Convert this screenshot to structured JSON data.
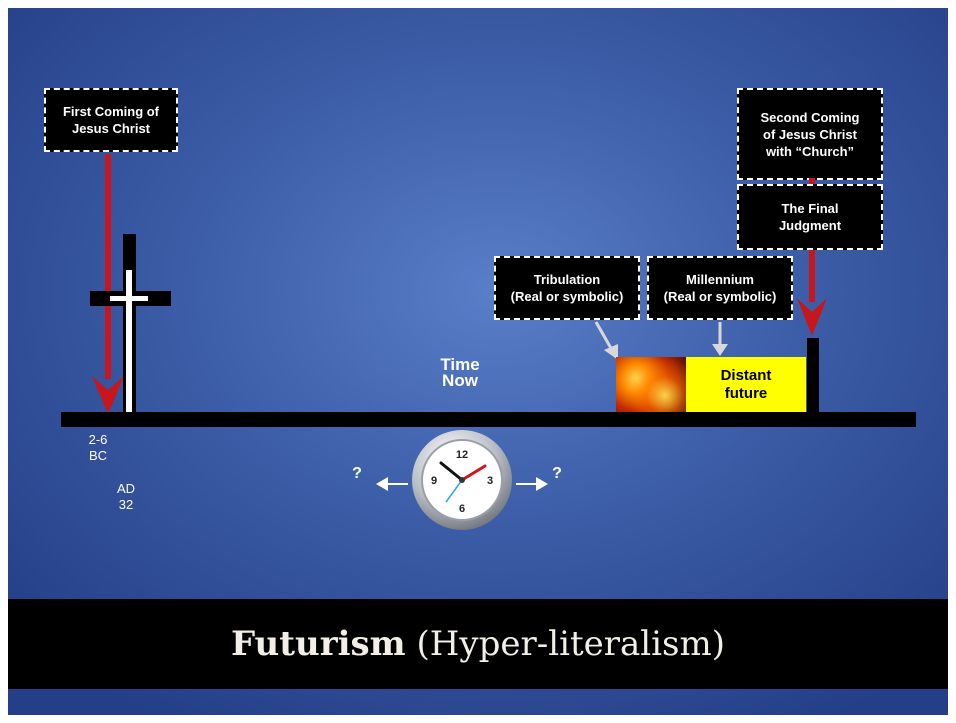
{
  "labels": {
    "first_coming": "First Coming of\nJesus Christ",
    "second_coming": "Second Coming\nof Jesus Christ\nwith “Church”",
    "final_judgment": "The Final\nJudgment",
    "tribulation": "Tribulation\n(Real or symbolic)",
    "millennium": "Millennium\n(Real or symbolic)"
  },
  "timeline": {
    "date_bc": "2-6\nBC",
    "date_ad": "AD\n32",
    "time_now": "Time\nNow",
    "distant_future": "Distant\nfuture",
    "question_left": "?",
    "question_right": "?"
  },
  "title": {
    "main": "Futurism",
    "sub": "(Hyper-literalism)"
  },
  "colors": {
    "background": "#3d5ea8",
    "arrow_red": "#c8161d",
    "highlight": "#ffff00"
  }
}
